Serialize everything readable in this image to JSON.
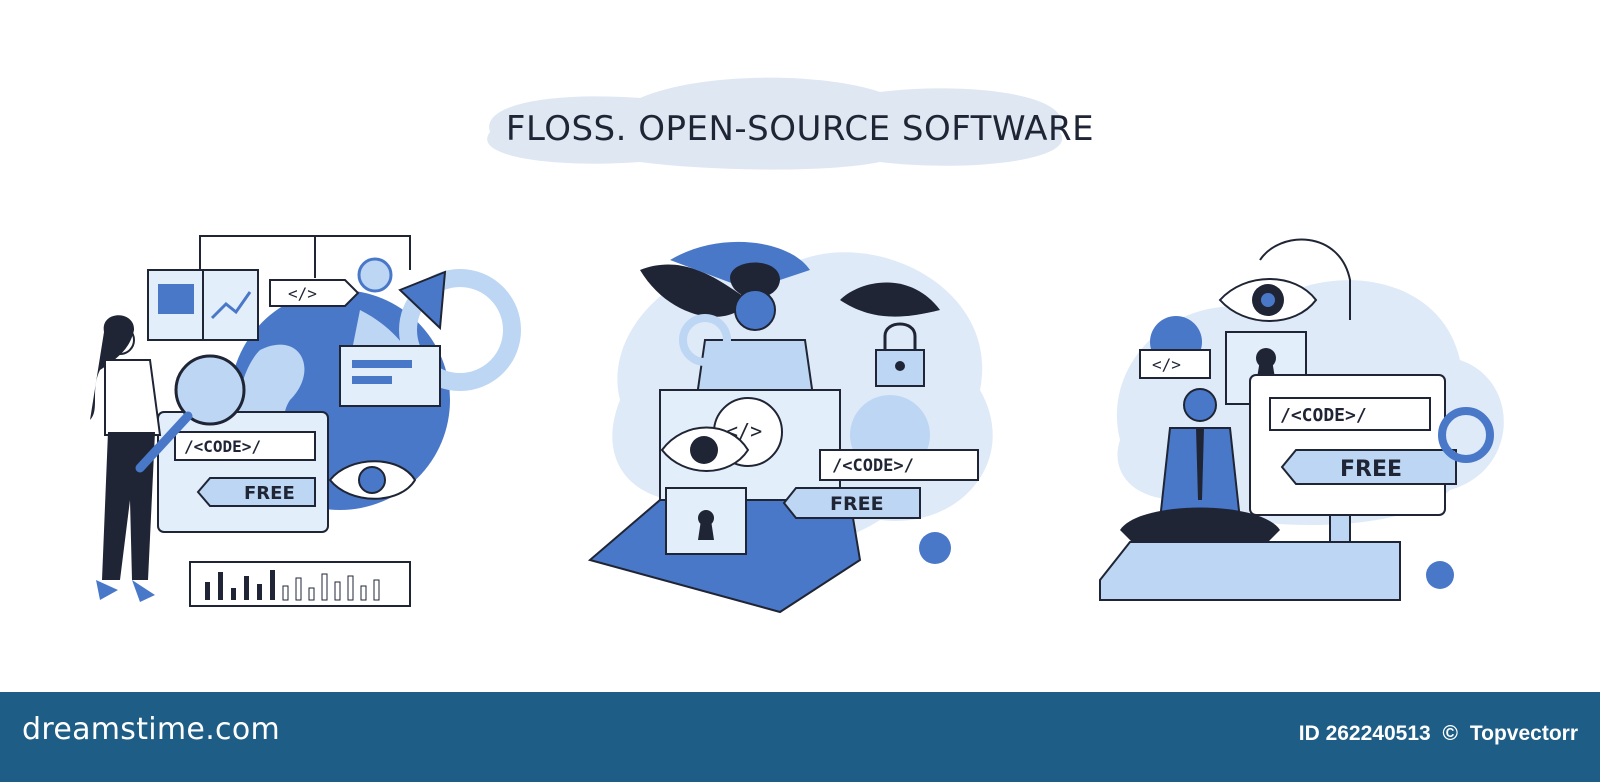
{
  "header": {
    "title": "FLOSS. OPEN-SOURCE SOFTWARE"
  },
  "scenes": [
    {
      "code_label": "/<CODE>/",
      "free_label": "FREE",
      "tag_label": "</>"
    },
    {
      "code_label": "/<CODE>/",
      "free_label": "FREE",
      "tag_label": "</>"
    },
    {
      "code_label": "/<CODE>/",
      "free_label": "FREE",
      "tag_label": "</>"
    }
  ],
  "footer": {
    "brand": "dreamstime.com",
    "id_label": "ID 262240513",
    "copyright_symbol": "©",
    "author": "Topvectorr"
  },
  "colors": {
    "accent": "#4a78c9",
    "light_blue": "#bcd6f3",
    "pale_blue": "#e3eefb",
    "dark": "#1f2535",
    "footer": "#1d5d86"
  }
}
